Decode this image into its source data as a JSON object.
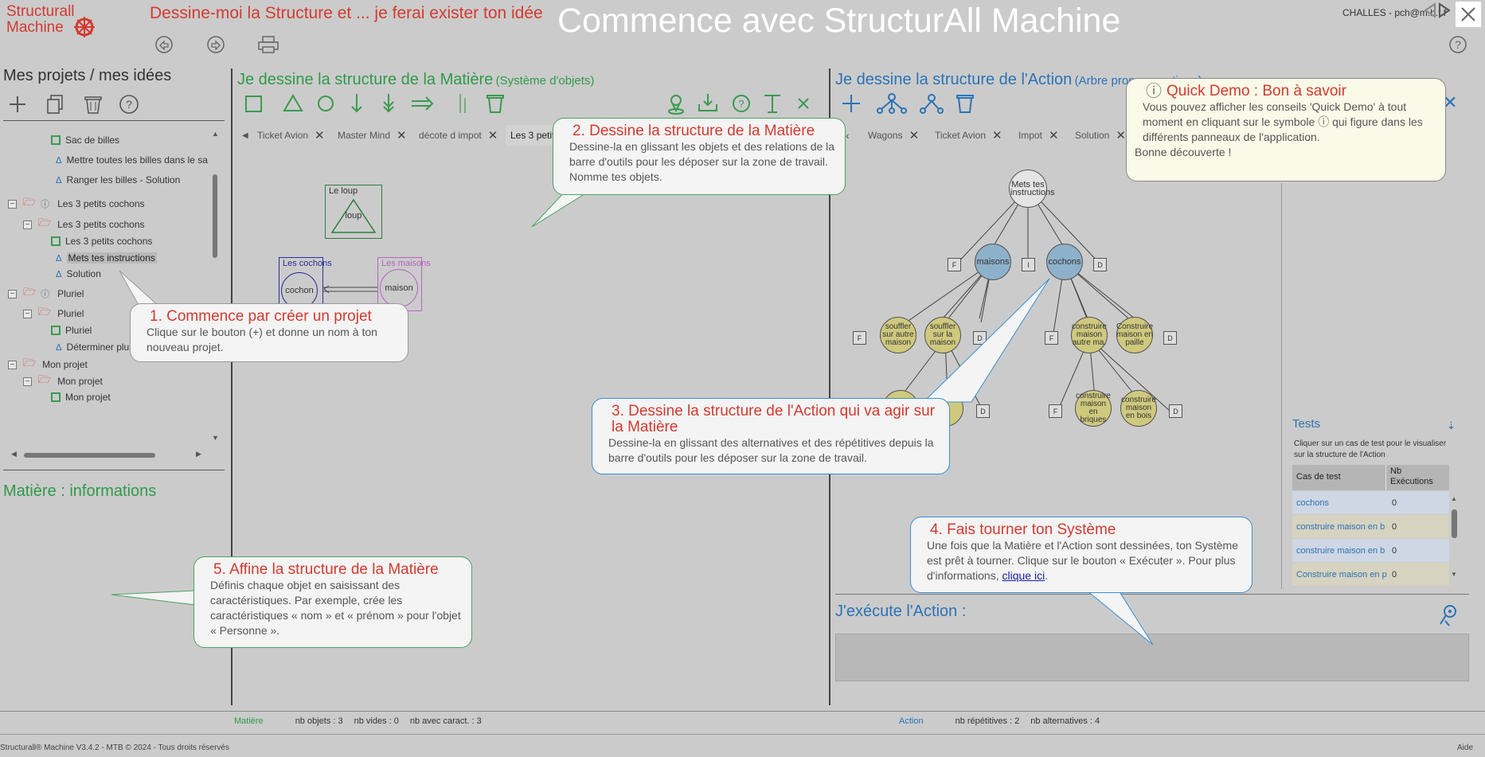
{
  "header": {
    "logo_line1": "Structurall",
    "logo_line2": "Machine",
    "tagline": "Dessine-moi la Structure et ... je ferai exister ton idée",
    "overlay_title": "Commence avec StructurAll Machine",
    "user": "CHALLES - pch@m.b.t.f",
    "icons": [
      "undo-icon",
      "redo-icon",
      "print-icon",
      "help-icon",
      "close-icon"
    ]
  },
  "projects": {
    "title": "Mes projets / mes idées",
    "tree": [
      {
        "label": "Sac de billes",
        "kind": "green-leaf"
      },
      {
        "label": "Mettre toutes les billes dans le sa",
        "kind": "blue-leaf"
      },
      {
        "label": "Ranger les billes - Solution",
        "kind": "blue-leaf"
      },
      {
        "label": "Les 3 petits cochons",
        "kind": "folder-help"
      },
      {
        "label": "Les 3 petits cochons",
        "kind": "folder"
      },
      {
        "label": "Les 3 petits cochons",
        "kind": "green-leaf"
      },
      {
        "label": "Mets tes instructions",
        "kind": "blue-leaf-selected"
      },
      {
        "label": "Solution",
        "kind": "blue-leaf"
      },
      {
        "label": "Pluriel",
        "kind": "folder-help"
      },
      {
        "label": "Pluriel",
        "kind": "folder"
      },
      {
        "label": "Pluriel",
        "kind": "green-leaf"
      },
      {
        "label": "Déterminer pluriel - Solution",
        "kind": "blue-leaf"
      },
      {
        "label": "Mon projet",
        "kind": "folder-top"
      },
      {
        "label": "Mon projet",
        "kind": "folder"
      },
      {
        "label": "Mon projet",
        "kind": "green-leaf"
      }
    ],
    "info_title": "Matière : informations"
  },
  "matter": {
    "title": "Je dessine la structure de la Matière",
    "subtitle": "(Système d'objets)",
    "tabs": [
      "Ticket Avion",
      "Master Mind",
      "décote d impot",
      "Les 3 petit"
    ],
    "objects": [
      {
        "title": "Le loup",
        "name": "loup"
      },
      {
        "title": "Les cochons",
        "name": "cochon"
      },
      {
        "title": "Les maisons",
        "name": "maison"
      }
    ],
    "footer": {
      "label": "Matière",
      "objects": "nb objets : 3",
      "empty": "nb vides : 0",
      "carac": "nb avec caract. : 3"
    }
  },
  "action": {
    "title": "Je dessine la structure de l'Action",
    "subtitle": "(Arbre programmatique)",
    "tabs": [
      "Wagons",
      "Ticket Avion",
      "Impot",
      "Solution"
    ],
    "tree": {
      "root": "Mets tes instructions",
      "level1": [
        "maisons",
        "cochons"
      ],
      "left_children": [
        "souffler sur autre maison",
        "souffler sur la maison"
      ],
      "right_children": [
        "construire maison autre ma.",
        "Construire maison en paille"
      ],
      "right_grand": [
        "construire maison en briques",
        "construire maison en bois"
      ],
      "squares": [
        "F",
        "I",
        "D"
      ]
    },
    "footer": {
      "label": "Action",
      "rep": "nb répétitives : 2",
      "alt": "nb alternatives : 4"
    },
    "exec_title": "J'exécute l'Action :"
  },
  "tests": {
    "title": "Tests",
    "desc": "Cliquer sur un cas de test pour le visualiser sur la structure de l'Action",
    "col1": "Cas de test",
    "col2": "Nb Exécutions",
    "rows": [
      {
        "name": "cochons",
        "count": "0"
      },
      {
        "name": "construire maison en b",
        "count": "0"
      },
      {
        "name": "construire maison en b",
        "count": "0"
      },
      {
        "name": "Construire maison en p",
        "count": "0"
      }
    ]
  },
  "bubbles": {
    "b1": {
      "title": "1. Commence par créer un projet",
      "text": "Clique sur le bouton (+) et donne un nom à ton nouveau projet."
    },
    "b2": {
      "title": "2. Dessine la structure de la Matière",
      "text": "Dessine-la en glissant les objets et des relations de la barre d'outils pour les déposer sur la zone de travail. Nomme tes objets."
    },
    "b3": {
      "title": "3. Dessine la structure de l'Action qui va agir sur la Matière",
      "text": "Dessine-la en glissant des alternatives et des répétitives depuis la barre d'outils pour les déposer sur la zone de travail."
    },
    "b4": {
      "title": "4. Fais tourner ton Système",
      "text": "Une fois que la Matière et l'Action sont dessinées, ton Système est prêt à tourner. Clique sur le bouton « Exécuter ». Pour plus d'informations,",
      "link": "clique ici",
      "after": "."
    },
    "b5": {
      "title": "5. Affine la structure de la Matière",
      "text": "Définis chaque objet en saisissant des caractéristiques. Par exemple, crée les caractéristiques « nom » et « prénom » pour l'objet « Personne »."
    },
    "quick": {
      "title": "Quick Demo : Bon à savoir",
      "text": "Vous pouvez afficher les conseils 'Quick Demo' à tout moment en cliquant sur le symbole ⓘ qui figure dans les différents panneaux de l'application.",
      "text2": "Bonne découverte !"
    }
  },
  "statusbar": {
    "copyright": "Structurall® Machine V3.4.2 - MTB © 2024 - Tous droits réservés",
    "help": "Aide"
  }
}
